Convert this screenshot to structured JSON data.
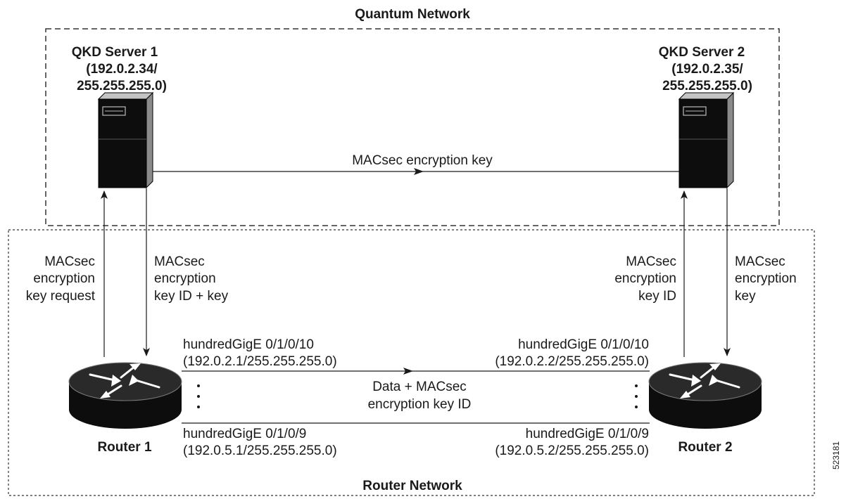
{
  "quantum_network": {
    "title": "Quantum Network"
  },
  "router_network": {
    "title": "Router Network"
  },
  "qkd_server_1": {
    "name": "QKD Server 1",
    "ip_line1": "(192.0.2.34/",
    "ip_line2": "255.255.255.0)"
  },
  "qkd_server_2": {
    "name": "QKD Server 2",
    "ip_line1": "(192.0.2.35/",
    "ip_line2": "255.255.255.0)"
  },
  "server_link": {
    "label": "MACsec encryption key"
  },
  "router_1": {
    "name": "Router 1"
  },
  "router_2": {
    "name": "Router 2"
  },
  "r1_request": {
    "line1": "MACsec",
    "line2": "encryption",
    "line3": "key request"
  },
  "r1_response": {
    "line1": "MACsec",
    "line2": "encryption",
    "line3": "key ID + key"
  },
  "r2_up": {
    "line1": "MACsec",
    "line2": "encryption",
    "line3": "key ID"
  },
  "r2_down": {
    "line1": "MACsec",
    "line2": "encryption",
    "line3": "key"
  },
  "link_top": {
    "r1_iface": "hundredGigE 0/1/0/10",
    "r1_ip": "(192.0.2.1/255.255.255.0)",
    "r2_iface": "hundredGigE 0/1/0/10",
    "r2_ip": "(192.0.2.2/255.255.255.0)"
  },
  "link_bottom": {
    "r1_iface": "hundredGigE 0/1/0/9",
    "r1_ip": "(192.0.5.1/255.255.255.0)",
    "r2_iface": "hundredGigE 0/1/0/9",
    "r2_ip": "(192.0.5.2/255.255.255.0)"
  },
  "data_label": {
    "line1": "Data + MACsec",
    "line2": "encryption key ID"
  },
  "figure_id": "523181"
}
